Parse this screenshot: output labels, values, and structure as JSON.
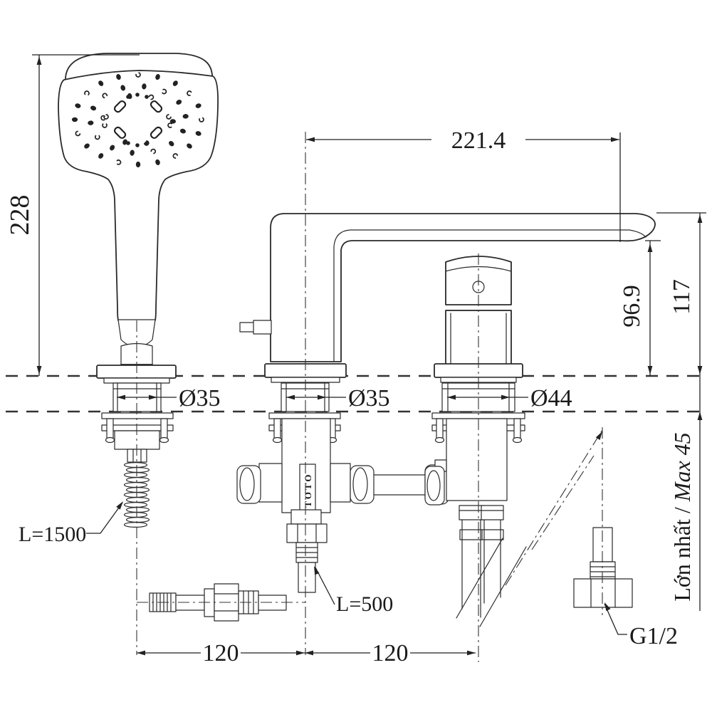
{
  "drawing": {
    "brand": "TOTO",
    "deck_note": {
      "vn": "Lớn nhất",
      "sep": " / ",
      "en": "Max 45"
    },
    "dims": {
      "shower_height": "228",
      "spout_reach": "221.4",
      "height_top": "117",
      "height_outlet": "96.9",
      "dia_shower": "Ø35",
      "dia_spout": "Ø35",
      "dia_valve": "Ø44",
      "pitch_left": "120",
      "pitch_right": "120",
      "shower_hose": "L=1500",
      "valve_hose": "L=500",
      "thread": "G1/2"
    }
  }
}
